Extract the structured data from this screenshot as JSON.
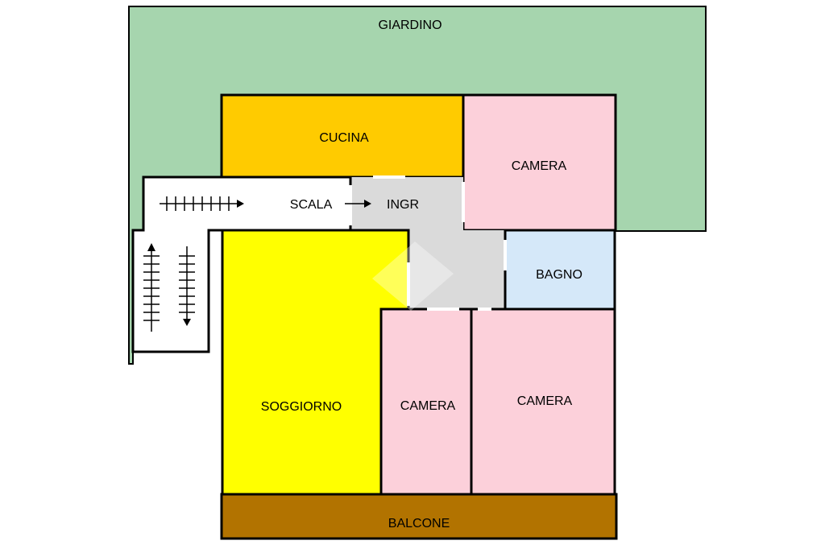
{
  "colors": {
    "garden": "#a6d5ae",
    "kitchen": "#ffcb00",
    "bedroom": "#fcd0da",
    "living": "#ffff00",
    "bath": "#d5e8f9",
    "hall": "#dadada",
    "balcony": "#b27300",
    "stair": "#ffffff",
    "wall": "#000000"
  },
  "rooms": {
    "garden": "GIARDINO",
    "kitchen": "CUCINA",
    "bedroom_top": "CAMERA",
    "stairs": "SCALA",
    "entrance": "INGR",
    "bath": "BAGNO",
    "living": "SOGGIORNO",
    "bedroom_middle": "CAMERA",
    "bedroom_right": "CAMERA",
    "balcony": "BALCONE"
  },
  "icons": {
    "stair_horizontal": "stair-steps-icon",
    "stair_up": "arrow-up-steps-icon",
    "stair_down": "arrow-down-steps-icon",
    "entry": "arrow-right-icon"
  }
}
